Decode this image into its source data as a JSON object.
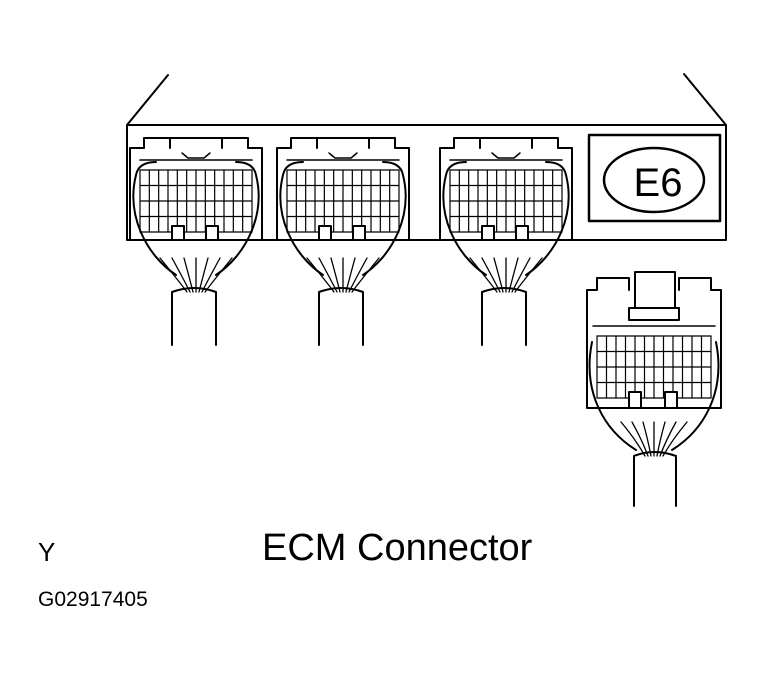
{
  "diagram": {
    "connector_code": "E6",
    "caption": "ECM Connector",
    "view_label": "Y",
    "figure_code": "G02917405"
  }
}
